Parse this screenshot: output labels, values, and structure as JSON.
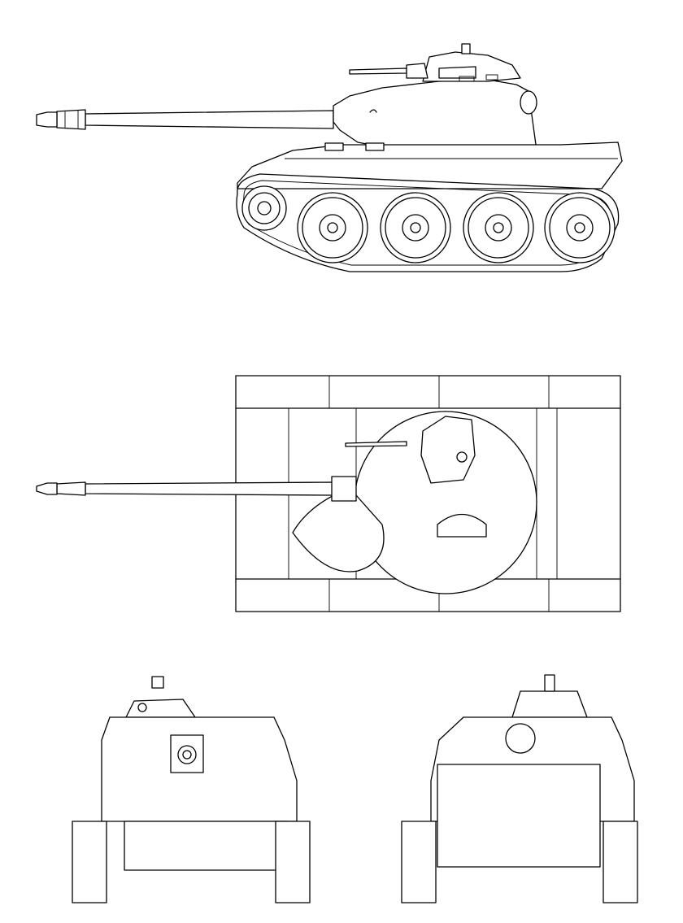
{
  "drawing": {
    "views": [
      "side",
      "top",
      "front",
      "rear"
    ],
    "line_color": "#000000",
    "background": "#ffffff"
  }
}
